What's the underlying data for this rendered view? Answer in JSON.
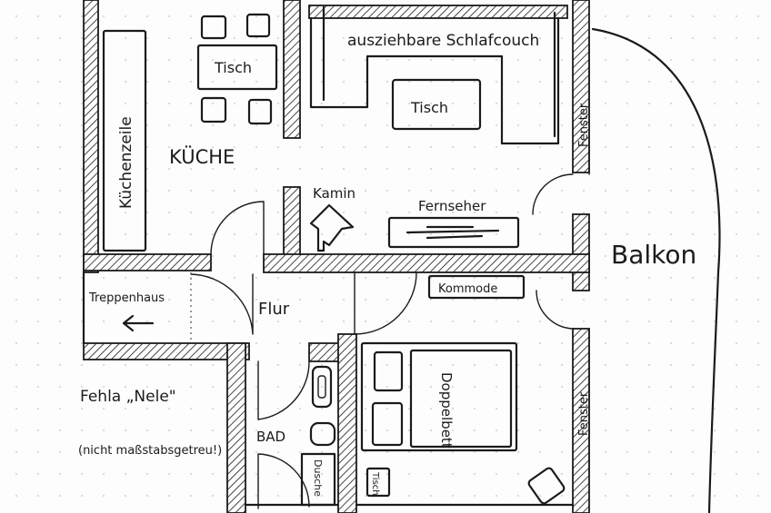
{
  "rooms": {
    "kitchen": "KÜCHE",
    "kitchenette": "Küchenzeile",
    "kitchen_table": "Tisch",
    "sofa": "ausziehbare Schlafcouch",
    "living_table": "Tisch",
    "fireplace": "Kamin",
    "tv": "Fernseher",
    "window_top": "Fenster",
    "window_bottom": "Fenster",
    "balcony": "Balkon",
    "stairwell": "Treppenhaus",
    "hallway": "Flur",
    "dresser": "Kommode",
    "bathroom": "BAD",
    "shower": "Dusche",
    "double_bed": "Doppelbett",
    "small_table": "Tisch"
  },
  "notes": {
    "error_line1": "Fehla „Nele\"",
    "error_line2": "(nicht maßstabsgetreu!)"
  },
  "colors": {
    "ink": "#1b1b1b",
    "paper": "#fdfdfd",
    "dots": "#d9d9d9"
  }
}
